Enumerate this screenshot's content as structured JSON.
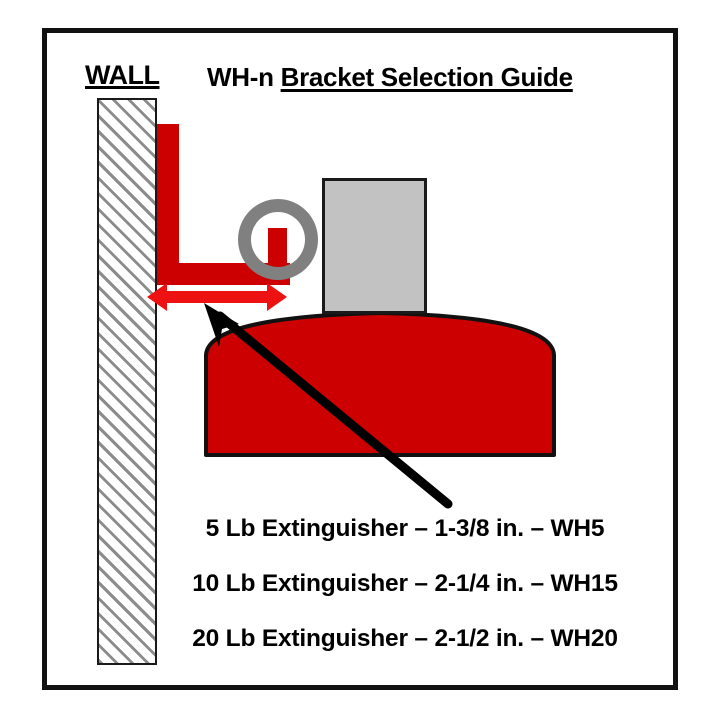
{
  "diagram": {
    "wall_label": "WALL",
    "title_prefix": "WH-n ",
    "title_main": "Bracket Selection Guide",
    "colors": {
      "extinguisher_red": "#cc0000",
      "bracket_red": "#cc0000",
      "gauge_gray": "#808080",
      "valve_gray": "#c2c2c2",
      "outline_black": "#111111",
      "wall_hatch_gray": "#8c8c8c"
    },
    "parts": {
      "wall": "wall",
      "bracket": "wall-hook-bracket",
      "gauge": "pressure-gauge",
      "valve": "valve-body",
      "tank": "extinguisher-cylinder",
      "dimension_arrow": "clearance-dimension-arrow",
      "leader": "leader-callout-line"
    }
  },
  "specs": {
    "rows": [
      {
        "line": "5 Lb Extinguisher – 1-3/8 in. – WH5",
        "weight": "5 Lb",
        "dimension": "1-3/8 in.",
        "model": "WH5"
      },
      {
        "line": "10 Lb Extinguisher – 2-1/4 in. – WH15",
        "weight": "10 Lb",
        "dimension": "2-1/4 in.",
        "model": "WH15"
      },
      {
        "line": "20 Lb Extinguisher – 2-1/2 in. – WH20",
        "weight": "20 Lb",
        "dimension": "2-1/2 in.",
        "model": "WH20"
      }
    ]
  }
}
